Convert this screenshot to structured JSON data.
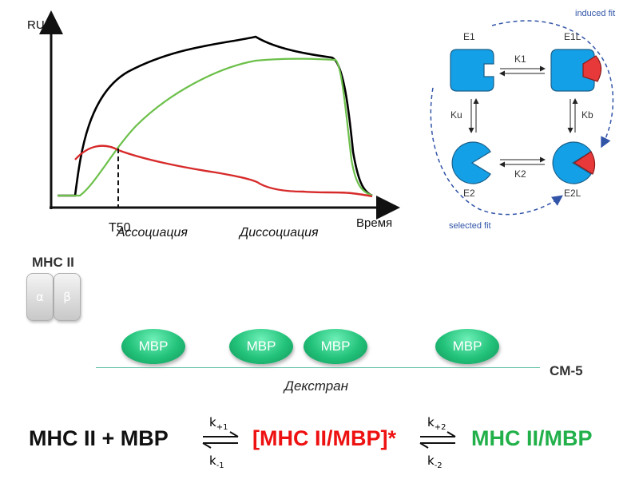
{
  "sensorgram": {
    "y_axis_label": "RU",
    "x_axis_label": "Время",
    "t50_label": "T50",
    "association_label": "Ассоциация",
    "dissociation_label": "Диссоциация",
    "colors": {
      "total": "#000000",
      "green": "#6cc04a",
      "red": "#d72a2a"
    }
  },
  "scheme": {
    "top_label": "induced fit",
    "bottom_label": "selected fit",
    "states": {
      "e1": "E1",
      "e1l": "E1L",
      "e2": "E2",
      "e2l": "E2L"
    },
    "rates": {
      "k1": "K1",
      "k2": "K2",
      "ku": "Ku",
      "kb": "Kb"
    },
    "colors": {
      "protein": "#14a0e6",
      "ligand": "#e8393a",
      "path": "#3255a8"
    }
  },
  "surface": {
    "mhc_label": "MHC II",
    "alpha": "α",
    "beta": "β",
    "mbp_labels": [
      "MBP",
      "MBP",
      "MBP",
      "MBP"
    ],
    "dextran_label": "Декстран",
    "chip_label": "CM-5"
  },
  "equation": {
    "reactants": "MHC II + MBP",
    "intermediate": "[MHC II/MBP]*",
    "product": "MHC II/MBP",
    "k1_forward": "k+1",
    "k1_reverse": "k-1",
    "k2_forward": "k+2",
    "k2_reverse": "k-2",
    "colors": {
      "intermediate": "#ee1111",
      "product": "#22b04a"
    }
  }
}
